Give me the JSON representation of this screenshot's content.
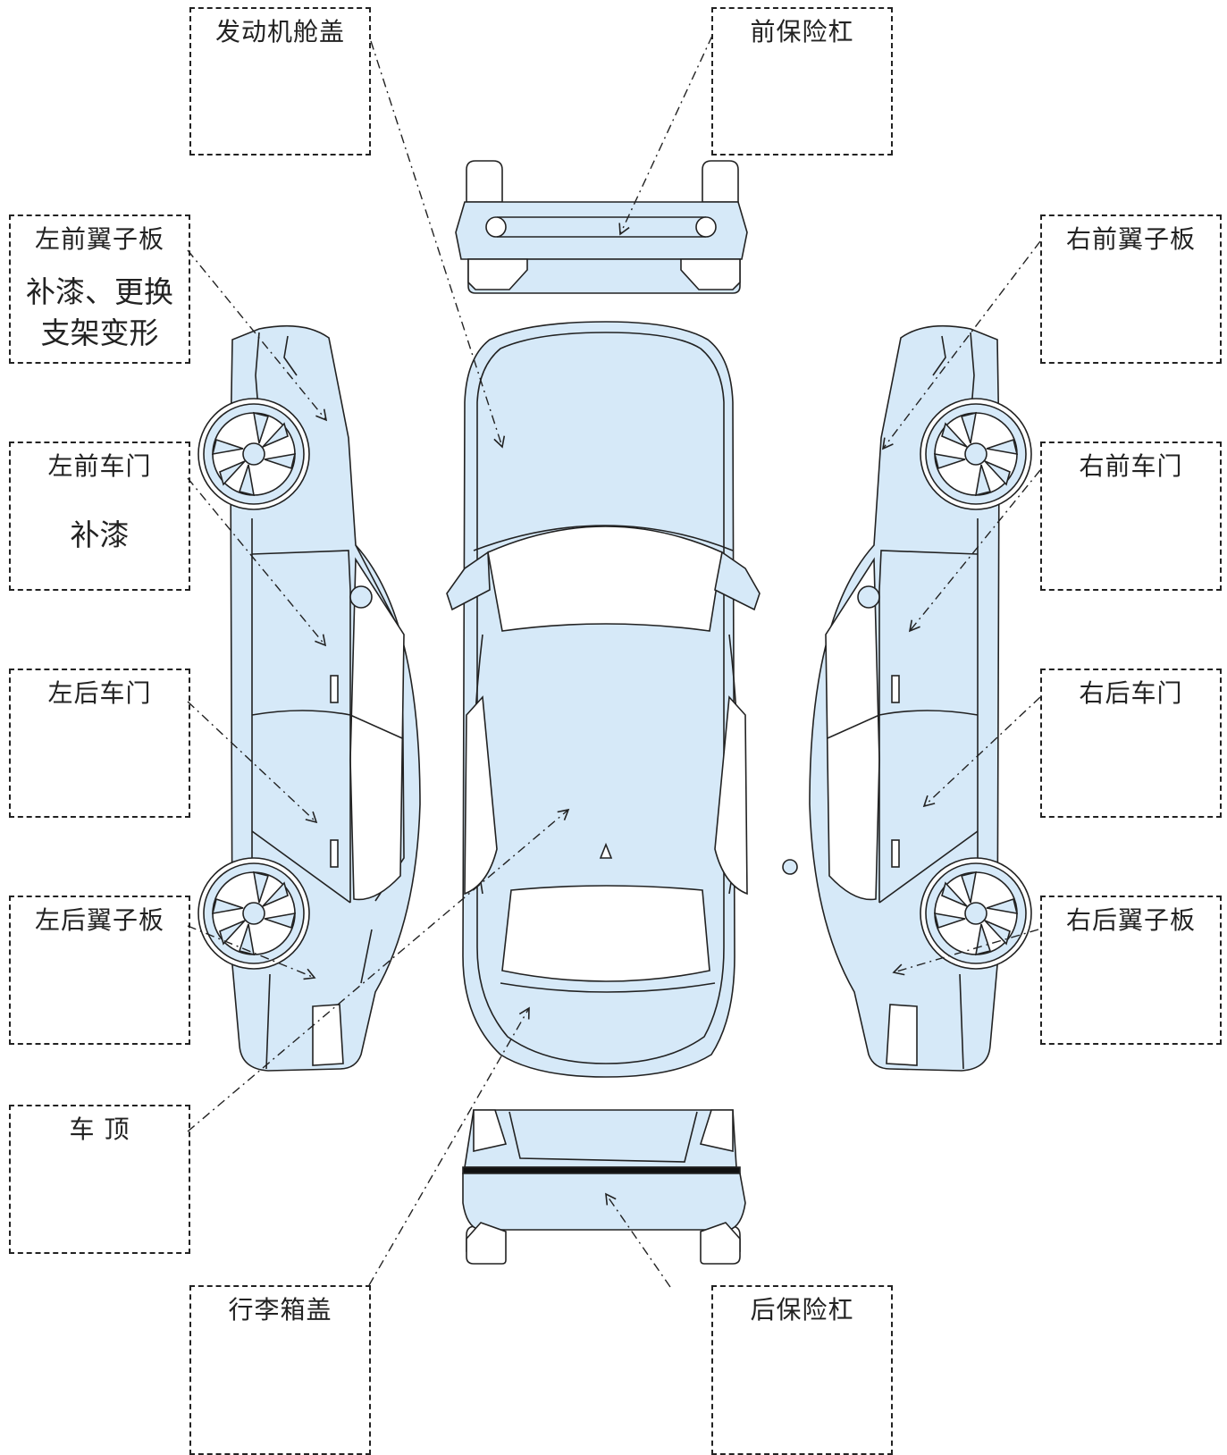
{
  "panels": {
    "hood": {
      "title": "发动机舱盖",
      "note": ""
    },
    "front_bumper": {
      "title": "前保险杠",
      "note": ""
    },
    "left_front_fender": {
      "title": "左前翼子板",
      "note": "补漆、更换\n支架变形"
    },
    "right_front_fender": {
      "title": "右前翼子板",
      "note": ""
    },
    "left_front_door": {
      "title": "左前车门",
      "note": "补漆"
    },
    "right_front_door": {
      "title": "右前车门",
      "note": ""
    },
    "left_rear_door": {
      "title": "左后车门",
      "note": ""
    },
    "right_rear_door": {
      "title": "右后车门",
      "note": ""
    },
    "left_rear_fender": {
      "title": "左后翼子板",
      "note": ""
    },
    "right_rear_fender": {
      "title": "右后翼子板",
      "note": ""
    },
    "roof": {
      "title": "车 顶",
      "note": ""
    },
    "trunk_lid": {
      "title": "行李箱盖",
      "note": ""
    },
    "rear_bumper": {
      "title": "后保险杠",
      "note": ""
    }
  },
  "colors": {
    "body_fill": "#d6e9f8",
    "line": "#222222",
    "glass": "#ffffff"
  }
}
